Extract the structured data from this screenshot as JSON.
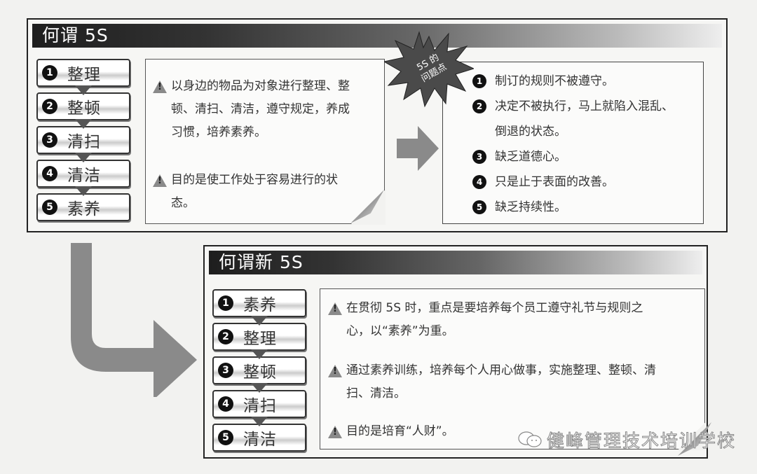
{
  "top_panel": {
    "title": "何谓 5S",
    "steps": [
      {
        "num": "1",
        "label": "整理"
      },
      {
        "num": "2",
        "label": "整顿"
      },
      {
        "num": "3",
        "label": "清扫"
      },
      {
        "num": "4",
        "label": "清洁"
      },
      {
        "num": "5",
        "label": "素养"
      }
    ],
    "notes": [
      "以身边的物品为对象进行整理、整顿、清扫、清洁，遵守规定，养成习惯，培养素养。",
      "目的是使工作处于容易进行的状态。"
    ],
    "burst": {
      "line1": "5S 的",
      "line2": "问题点"
    },
    "problems": [
      {
        "num": "1",
        "text": "制订的规则不被遵守。"
      },
      {
        "num": "2",
        "text": "决定不被执行，马上就陷入混乱、倒退的状态。"
      },
      {
        "num": "3",
        "text": "缺乏道德心。"
      },
      {
        "num": "4",
        "text": "只是止于表面的改善。"
      },
      {
        "num": "5",
        "text": "缺乏持续性。"
      }
    ]
  },
  "bottom_panel": {
    "title": "何谓新 5S",
    "steps": [
      {
        "num": "1",
        "label": "素养"
      },
      {
        "num": "2",
        "label": "整理"
      },
      {
        "num": "3",
        "label": "整顿"
      },
      {
        "num": "4",
        "label": "清扫"
      },
      {
        "num": "5",
        "label": "清洁"
      }
    ],
    "notes": [
      "在贯彻 5S 时，重点是要培养每个员工遵守礼节与规则之心，以“素养”为重。",
      "通过素养训练，培养每个人用心做事，实施整理、整顿、清扫、清洁。",
      "目的是培育“人财”。"
    ]
  },
  "watermark": {
    "text": "健峰管理技术培训学校",
    "icon": "wechat-icon"
  },
  "colors": {
    "arrow": "#8a8a8a",
    "header_dark": "#1e1e1e",
    "burst": "#4a4a4a"
  }
}
